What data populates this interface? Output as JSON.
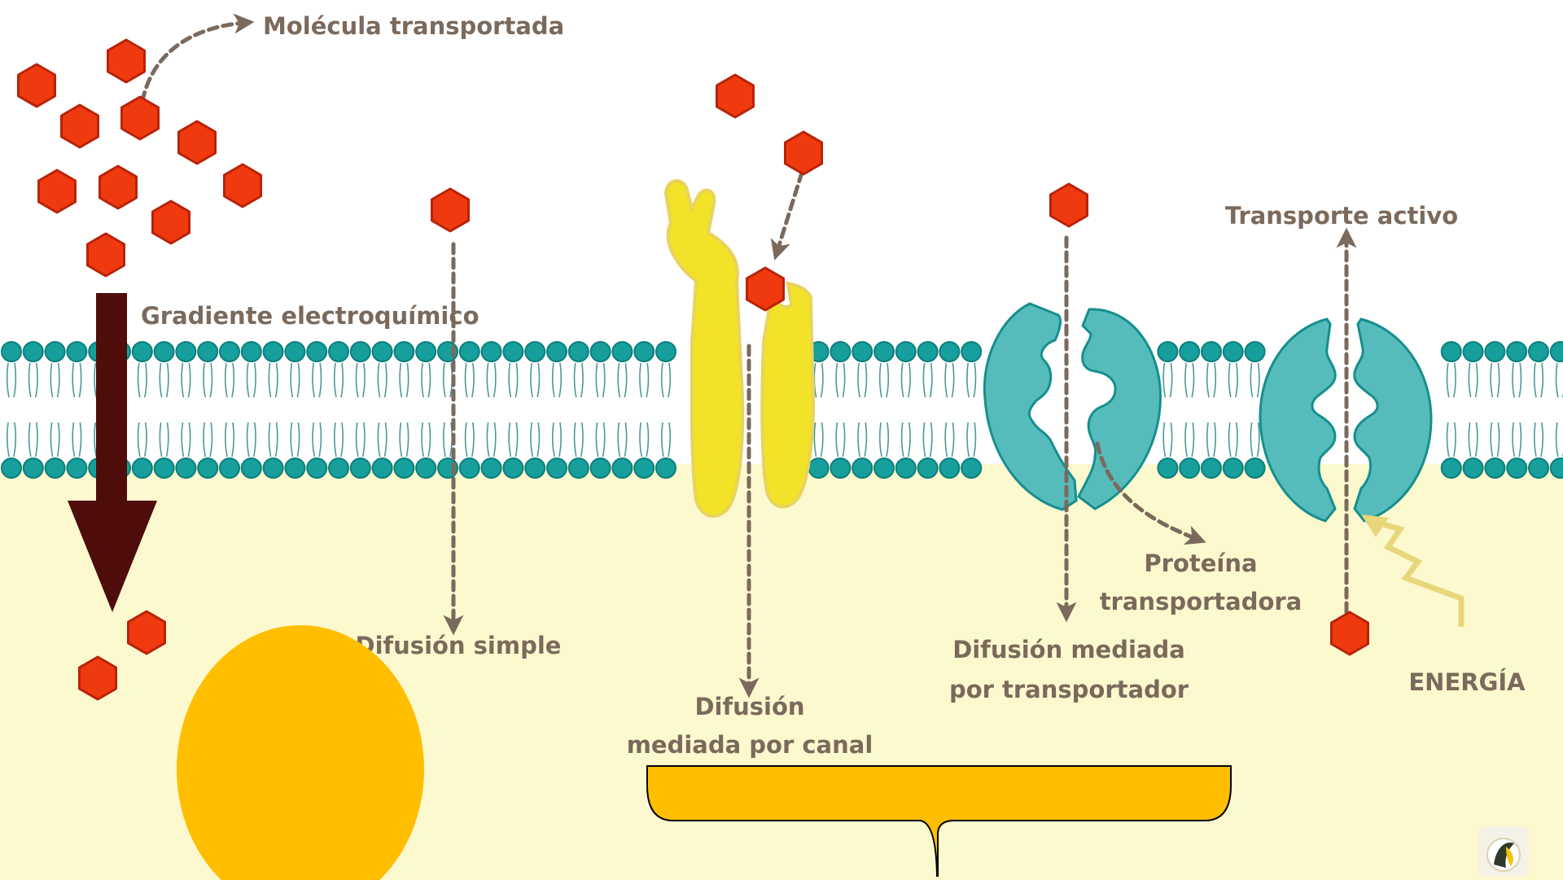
{
  "colors": {
    "background_top": "#ffffff",
    "cytoplasm": "#fcf9cf",
    "membrane_teal": "#169f9c",
    "membrane_tail": "#4a9a98",
    "molecule_fill": "#ef3a0f",
    "molecule_stroke": "#b92207",
    "channel_yellow": "#f2e228",
    "carrier_teal": "#56bcbb",
    "arrow_gray": "#7b6a5c",
    "gradient_arrow": "#4e0d0b",
    "energy_zigzag": "#e8d77a",
    "overlay_orange": "#ffbf00"
  },
  "labels": {
    "transported_molecule": "Molécula transportada",
    "gradient": "Gradiente electroquímico",
    "simple_diffusion": "Difusión simple",
    "channel_diffusion_line1": "Difusión",
    "channel_diffusion_line2": "mediada por canal",
    "carrier_diffusion_line1": "Difusión mediada",
    "carrier_diffusion_line2": "por transportador",
    "carrier_protein_line1": "Proteína",
    "carrier_protein_line2": "transportadora",
    "active_transport": "Transporte activo",
    "energy": "ENERGÍA"
  },
  "icons": {
    "molecule": "hexagon-molecule-icon",
    "watermark": "logo-watermark-icon"
  }
}
